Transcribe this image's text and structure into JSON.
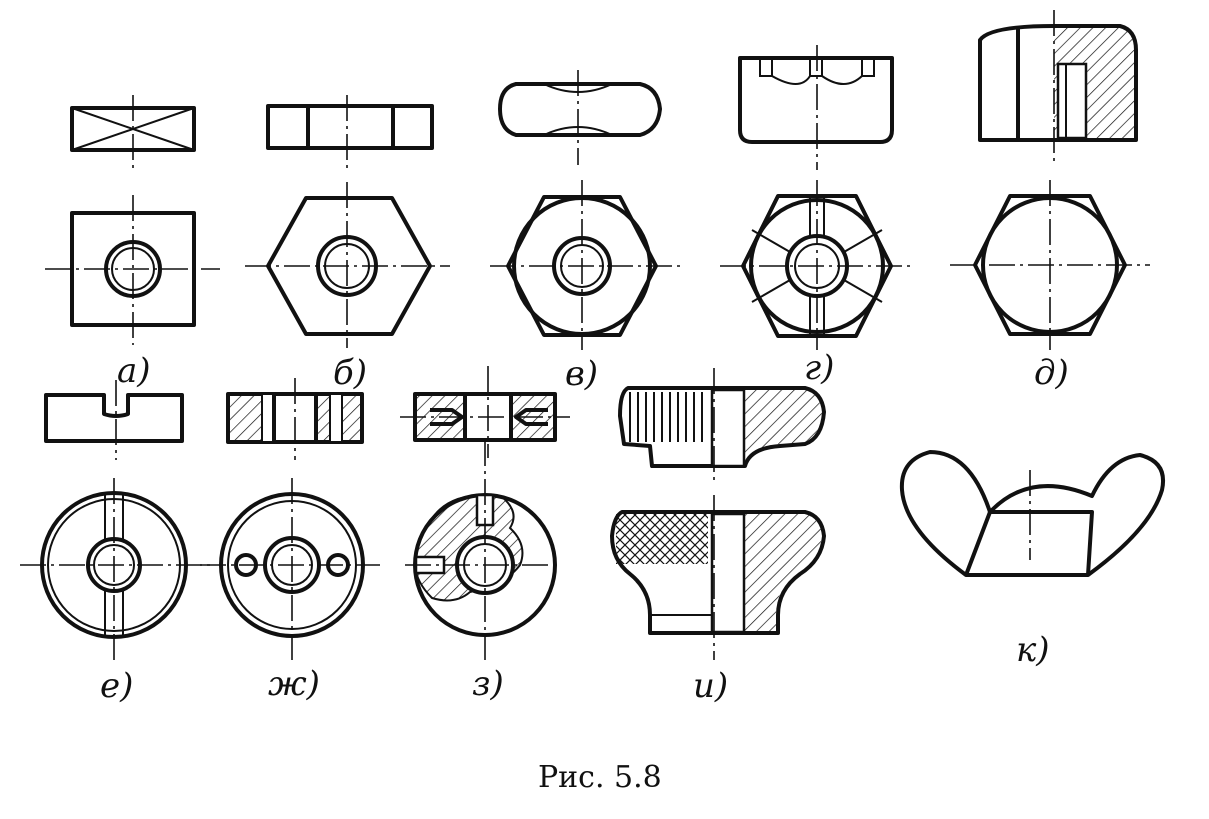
{
  "figure": {
    "caption": "Рис. 5.8",
    "labels": {
      "a": "а)",
      "b": "б)",
      "v": "в)",
      "g": "г)",
      "d": "д)",
      "e": "е)",
      "zh": "ж)",
      "z": "з)",
      "i": "и)",
      "k": "к)"
    }
  },
  "icons": {
    "a": "square-nut-drawing",
    "b": "hex-nut-drawing",
    "v": "chamfered-hex-nut-drawing",
    "g": "castle-nut-drawing",
    "d": "cap-nut-drawing",
    "e": "slotted-round-nut-drawing",
    "zh": "two-hole-round-nut-drawing",
    "z": "radial-hole-round-nut-drawing",
    "i": "knurled-thumb-nut-drawing",
    "k": "wing-nut-drawing"
  }
}
